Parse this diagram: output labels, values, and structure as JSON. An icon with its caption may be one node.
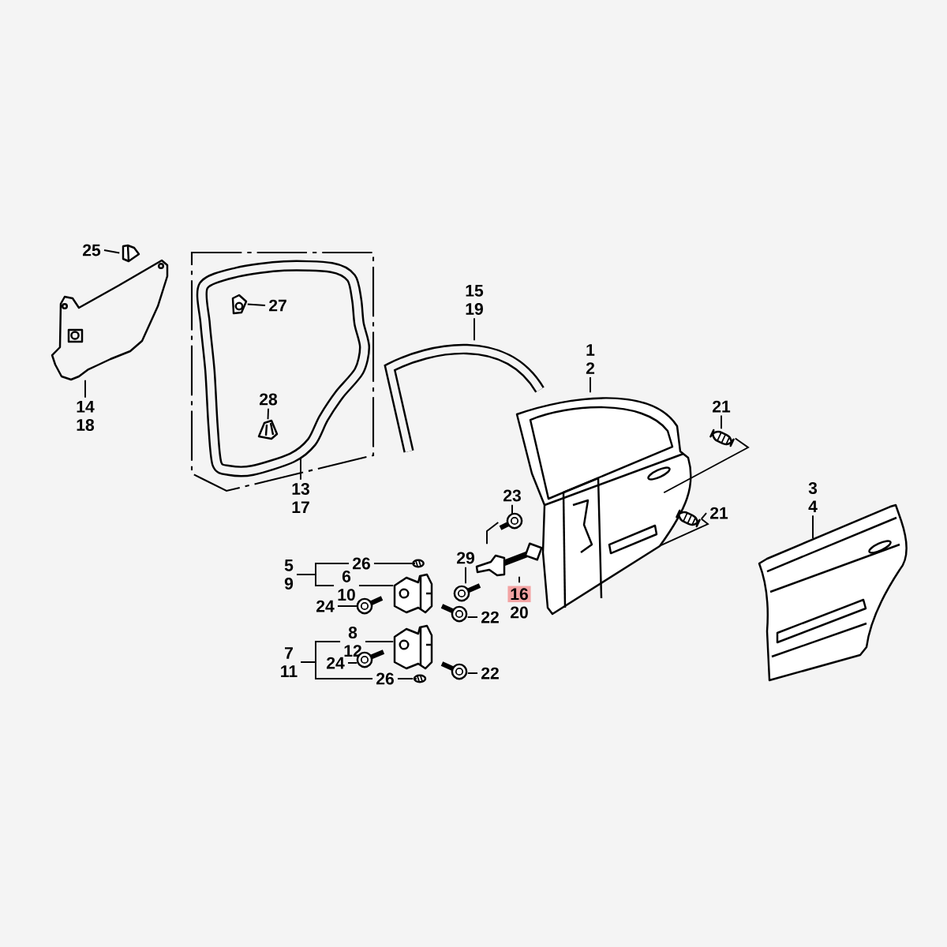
{
  "diagram": {
    "nodes": [
      {
        "text": [
          "25"
        ]
      },
      {
        "text": [],
        "shape": "picture"
      },
      {
        "text": [],
        "shape": "picture"
      },
      {
        "text": [
          "14",
          "18"
        ]
      },
      {
        "text": [],
        "shape": "picture"
      },
      {
        "text": [],
        "shape": "picture",
        "in": 4
      },
      {
        "text": [
          "27"
        ],
        "in": 4
      },
      {
        "text": [],
        "shape": "picture",
        "in": 4
      },
      {
        "text": [
          "28"
        ],
        "in": 4
      },
      {
        "text": [
          "13",
          "17"
        ]
      },
      {
        "text": [
          "15",
          "19"
        ]
      },
      {
        "text": [],
        "shape": "picture"
      },
      {
        "text": [
          "1",
          "2"
        ]
      },
      {
        "text": [],
        "shape": "picture"
      },
      {
        "text": [
          "21"
        ]
      },
      {
        "text": [],
        "shape": "picture"
      },
      {
        "text": [
          "3",
          "4"
        ]
      },
      {
        "text": [
          "23"
        ]
      },
      {
        "text": [],
        "shape": "picture"
      },
      {
        "text": [
          "21"
        ]
      },
      {
        "text": [],
        "shape": "picture"
      },
      {
        "text": [],
        "shape": "picture"
      },
      {
        "text": [
          "5",
          "9"
        ]
      },
      {
        "text": [
          "26"
        ]
      },
      {
        "text": [],
        "shape": "picture"
      },
      {
        "text": [
          "29"
        ]
      },
      {
        "text": [],
        "shape": "picture"
      },
      {
        "text": [
          "6",
          "10"
        ]
      },
      {
        "text": [],
        "shape": "picture"
      },
      {
        "text": [],
        "shape": "picture"
      },
      {
        "text": [
          "16",
          "20"
        ]
      },
      {
        "text": [
          "24"
        ]
      },
      {
        "text": [],
        "shape": "picture"
      },
      {
        "text": [],
        "shape": "picture"
      },
      {
        "text": [
          "22"
        ]
      },
      {
        "text": [
          "7",
          "11"
        ]
      },
      {
        "text": [
          "8",
          "12"
        ]
      },
      {
        "text": [],
        "shape": "picture"
      },
      {
        "text": [
          "24"
        ]
      },
      {
        "text": [],
        "shape": "picture"
      },
      {
        "text": [],
        "shape": "picture"
      },
      {
        "text": [
          "22"
        ]
      },
      {
        "text": [
          "26"
        ]
      },
      {
        "text": [],
        "shape": "picture"
      }
    ],
    "edges": [
      {
        "from": 0,
        "to": 1,
        "arrow": "none"
      },
      {
        "from": 3,
        "to": 2,
        "arrow": "none"
      },
      {
        "from": 6,
        "to": 5,
        "arrow": "none"
      },
      {
        "from": 8,
        "to": 7,
        "arrow": "none"
      },
      {
        "from": 9,
        "to": 4,
        "arrow": "none"
      },
      {
        "from": 10,
        "to": 11,
        "arrow": "none"
      },
      {
        "from": 12,
        "to": 13,
        "arrow": "none"
      },
      {
        "from": 14,
        "to": 15,
        "arrow": "none"
      },
      {
        "from": 15,
        "to": 13,
        "arrow": "none"
      },
      {
        "from": 16,
        "to": 21,
        "arrow": "none"
      },
      {
        "from": 17,
        "to": 18,
        "arrow": "none"
      },
      {
        "from": 18,
        "to": 26,
        "arrow": "none"
      },
      {
        "from": 19,
        "to": 20,
        "arrow": "none"
      },
      {
        "from": 20,
        "to": 13,
        "arrow": "none"
      },
      {
        "from": 22,
        "to": 23,
        "arrow": "none"
      },
      {
        "from": 22,
        "to": 27,
        "arrow": "none"
      },
      {
        "from": 23,
        "to": 24,
        "arrow": "none"
      },
      {
        "from": 25,
        "to": 29,
        "arrow": "none"
      },
      {
        "from": 27,
        "to": 28,
        "arrow": "none"
      },
      {
        "from": 30,
        "to": 26,
        "arrow": "none"
      },
      {
        "from": 31,
        "to": 32,
        "arrow": "none"
      },
      {
        "from": 34,
        "to": 33,
        "arrow": "none"
      },
      {
        "from": 35,
        "to": 36,
        "arrow": "none"
      },
      {
        "from": 36,
        "to": 37,
        "arrow": "none"
      },
      {
        "from": 35,
        "to": 42,
        "arrow": "none"
      },
      {
        "from": 38,
        "to": 39,
        "arrow": "none"
      },
      {
        "from": 41,
        "to": 40,
        "arrow": "none"
      },
      {
        "from": 42,
        "to": 43,
        "arrow": "none"
      }
    ]
  }
}
